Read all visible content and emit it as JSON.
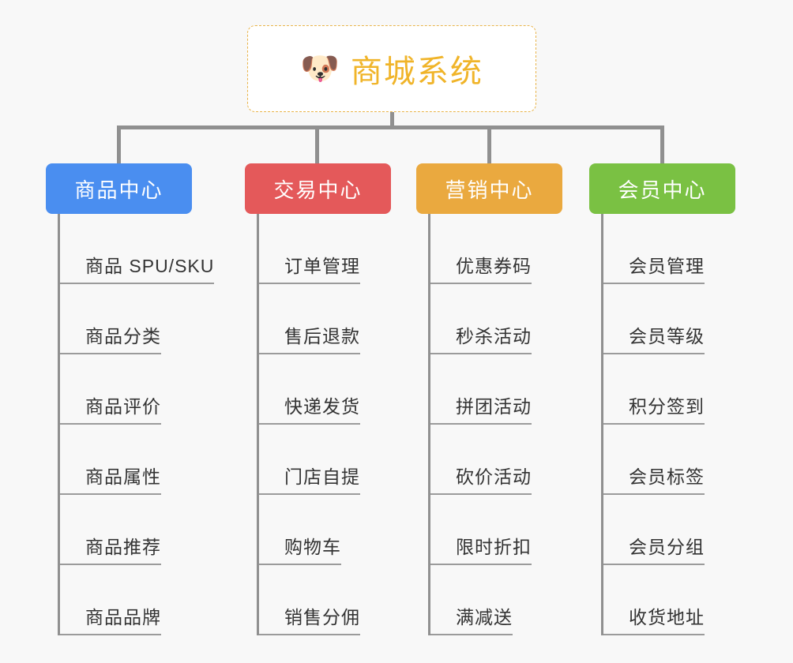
{
  "page": {
    "background_color": "#f8f8f8",
    "type": "mindmap"
  },
  "root": {
    "icon": "shiba-dog-face-emoji",
    "emoji": "🐶",
    "title": "商城系统",
    "border_color": "#e8b44a",
    "text_color": "#f0b429",
    "background": "#ffffff"
  },
  "connector_color": "#909090",
  "branches": [
    {
      "label": "商品中心",
      "color": "#4a8ef0",
      "items": [
        "商品 SPU/SKU",
        "商品分类",
        "商品评价",
        "商品属性",
        "商品推荐",
        "商品品牌"
      ]
    },
    {
      "label": "交易中心",
      "color": "#e4595a",
      "items": [
        "订单管理",
        "售后退款",
        "快递发货",
        "门店自提",
        "购物车",
        "销售分佣"
      ]
    },
    {
      "label": "营销中心",
      "color": "#eaa93f",
      "items": [
        "优惠券码",
        "秒杀活动",
        "拼团活动",
        "砍价活动",
        "限时折扣",
        "满减送"
      ]
    },
    {
      "label": "会员中心",
      "color": "#7ac143",
      "items": [
        "会员管理",
        "会员等级",
        "积分签到",
        "会员标签",
        "会员分组",
        "收货地址"
      ]
    }
  ]
}
